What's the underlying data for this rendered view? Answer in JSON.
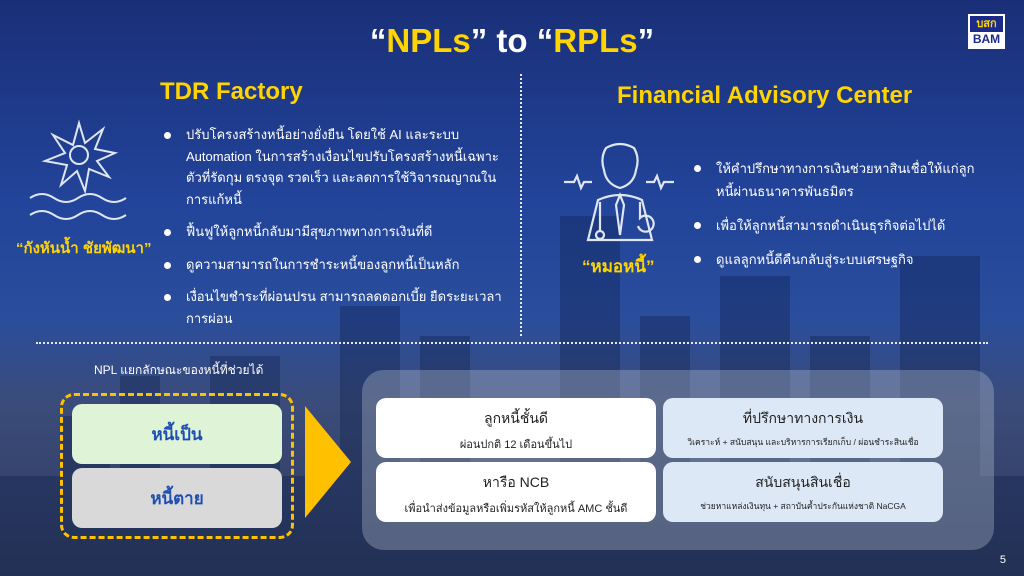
{
  "title": {
    "q1": "“",
    "part1": "NPLs",
    "q2": "”",
    "mid": " to ",
    "q3": "“",
    "part2": "RPLs",
    "q4": "”"
  },
  "logo": {
    "top": "บสก",
    "bottom": "BAM"
  },
  "left": {
    "heading": "TDR Factory",
    "caption": "“กังหันน้ำ ชัยพัฒนา”",
    "bullets": [
      "ปรับโครงสร้างหนี้อย่างยั่งยืน โดยใช้ AI และระบบ Automation ในการสร้างเงื่อนไขปรับโครงสร้างหนี้เฉพาะตัวที่รัดกุม ตรงจุด รวดเร็ว และลดการใช้วิจารณญาณในการแก้หนี้",
      "ฟื้นฟูให้ลูกหนี้กลับมามีสุขภาพทางการเงินที่ดี",
      "ดูความสามารถในการชำระหนี้ของลูกหนี้เป็นหลัก",
      "เงื่อนไขชำระที่ผ่อนปรน สามารถลดดอกเบี้ย ยืดระยะเวลาการผ่อน"
    ]
  },
  "right": {
    "heading": "Financial Advisory Center",
    "caption": "“หมอหนี้”",
    "bullets": [
      "ให้คำปรึกษาทางการเงินช่วยหาสินเชื่อให้แก่ลูกหนี้ผ่านธนาคารพันธมิตร",
      "เพื่อให้ลูกหนี้สามารถดำเนินธุรกิจต่อไปได้",
      "ดูแลลูกหนี้ดีคืนกลับสู่ระบบเศรษฐกิจ"
    ]
  },
  "npl": {
    "label": "NPL แยกลักษณะของหนี้ที่ช่วยได้",
    "alive": "หนี้เป็น",
    "dead": "หนี้ตาย"
  },
  "cards": [
    {
      "title": "ลูกหนี้ชั้นดี",
      "sub": "ผ่อนปกติ 12 เดือนขึ้นไป"
    },
    {
      "title": "ที่ปรึกษาทางการเงิน",
      "sub": "วิเคราะห์ + สนับสนุน และบริหารการเรียกเก็บ / ผ่อนชำระสินเชื่อ"
    },
    {
      "title": "หารือ NCB",
      "sub": "เพื่อนำส่งข้อมูลหรือเพิ่มรหัสให้ลูกหนี้ AMC ชั้นดี"
    },
    {
      "title": "สนับสนุนสินเชื่อ",
      "sub": "ช่วยหาแหล่งเงินทุน + สถาบันค้ำประกันแห่งชาติ NaCGA"
    }
  ],
  "page_number": "5",
  "colors": {
    "accent": "#ffd400",
    "alive_bg": "#dff3d6",
    "dead_bg": "#d9d9d9",
    "card_white": "#ffffff",
    "card_blue": "#dde8f7"
  }
}
